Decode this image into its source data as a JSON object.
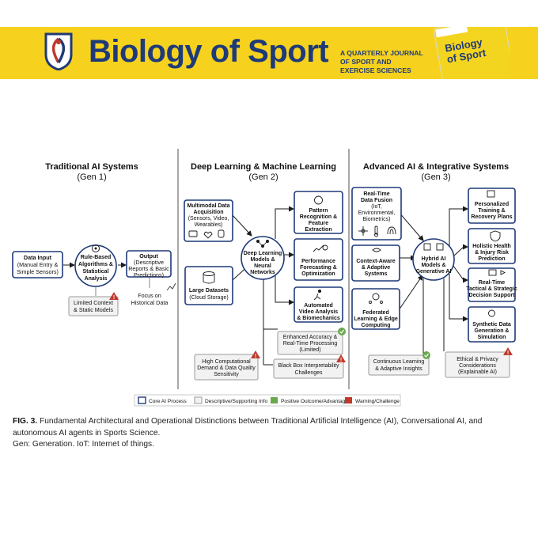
{
  "banner": {
    "title": "Biology of Sport",
    "subtitle_lines": [
      "A QUARTERLY JOURNAL",
      "OF SPORT AND",
      "EXERCISE SCIENCES"
    ],
    "cover_title_lines": [
      "Biology",
      "of Sport"
    ],
    "brand_color": "#1f3a78",
    "background_color": "#f6d21e"
  },
  "figure": {
    "columns": [
      {
        "title": "Traditional AI Systems",
        "gen": "(Gen 1)"
      },
      {
        "title": "Deep Learning & Machine Learning",
        "gen": "(Gen 2)"
      },
      {
        "title": "Advanced AI & Integrative Systems",
        "gen": "(Gen 3)"
      }
    ],
    "gen1": {
      "data_input": [
        "Data Input",
        "(Manual Entry &",
        "Simple Sensors)"
      ],
      "rule_based": [
        "Rule-Based",
        "Algorithms &",
        "Statistical",
        "Analysis"
      ],
      "output": [
        "Output",
        "(Descriptive",
        "Reports & Basic",
        "Predictions)"
      ],
      "limited": [
        "Limited Context",
        "& Static Models"
      ],
      "focus": [
        "Focus on",
        "Historical Data"
      ]
    },
    "gen2": {
      "multimodal": [
        "Multimodal Data",
        "Acquisition",
        "(Sensors, Video,",
        "Wearables)"
      ],
      "large_datasets": [
        "Large Datasets",
        "(Cloud Storage)"
      ],
      "dl_models": [
        "Deep Learning",
        "Models &",
        "Neural",
        "Networks"
      ],
      "pattern": [
        "Pattern",
        "Recognition &",
        "Feature",
        "Extraction"
      ],
      "performance": [
        "Performance",
        "Forecasting &",
        "Optimization"
      ],
      "automated": [
        "Automated",
        "Video Analysis",
        "& Biomechanics"
      ],
      "enhanced": [
        "Enhanced Accuracy &",
        "Real-Time Processing",
        "(Limited)"
      ],
      "high_comp": [
        "High Computational",
        "Demand & Data Quality",
        "Sensitivity"
      ],
      "black_box": [
        "Black Box Interpretability",
        "Challenges"
      ]
    },
    "gen3": {
      "fusion": [
        "Real-Time",
        "Data Fusion",
        "(IoT,",
        "Environmental,",
        "Biometrics)"
      ],
      "context": [
        "Context-Aware",
        "& Adaptive",
        "Systems"
      ],
      "federated": [
        "Federated",
        "Learning & Edge",
        "Computing"
      ],
      "hybrid": [
        "Hybrid AI",
        "Models &",
        "Generative AI"
      ],
      "personalized": [
        "Personalized",
        "Training &",
        "Recovery Plans"
      ],
      "holistic": [
        "Holistic Health",
        "& Injury Risk",
        "Prediction"
      ],
      "realtime": [
        "Real-Time",
        "Tactical & Strategic",
        "Decision Support"
      ],
      "synthetic": [
        "Synthetic Data",
        "Generation &",
        "Simulation"
      ],
      "continuous": [
        "Continuous Learning",
        "& Adaptive Insights"
      ],
      "ethical": [
        "Ethical & Privacy",
        "Considerations",
        "(Explainable AI)"
      ]
    },
    "legend": [
      {
        "label": "Core AI Process",
        "color": "#1f3a78"
      },
      {
        "label": "Descriptive/Supporting Info",
        "color": "#9a9a9a"
      },
      {
        "label": "Positive Outcome/Advantage",
        "color": "#6aa84f"
      },
      {
        "label": "Warning/Challenge",
        "color": "#c0392b"
      }
    ]
  },
  "caption": {
    "label": "FIG. 3.",
    "text": "Fundamental Architectural and Operational Distinctions between Traditional Artificial Intelligence (AI), Conversational AI, and autonomous AI agents in Sports Science.",
    "abbrev": "Gen: Generation. IoT: Internet of things."
  }
}
